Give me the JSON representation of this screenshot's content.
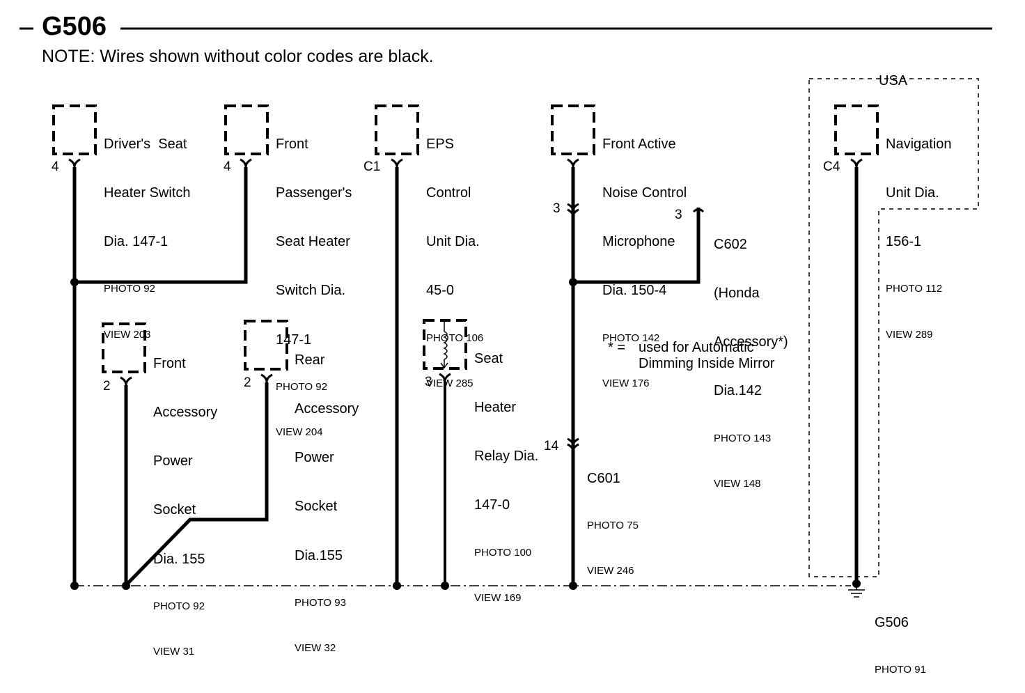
{
  "title": "G506",
  "note": "NOTE: Wires shown without color codes are black.",
  "usa_label": "USA",
  "footnote": {
    "symbol": "*",
    "equals": "=",
    "line1": "used for Automatic",
    "line2": "Dimming Inside Mirror"
  },
  "components": {
    "drivers_seat": {
      "lines": [
        "Driver's  Seat",
        "Heater Switch",
        "Dia. 147-1"
      ],
      "photo": "PHOTO 92",
      "view": "VIEW 203",
      "pin": "4"
    },
    "front_pass_seat": {
      "lines": [
        "Front",
        "Passenger's",
        "Seat Heater",
        "Switch Dia.",
        "147-1"
      ],
      "photo": "PHOTO 92",
      "view": "VIEW 204",
      "pin": "4"
    },
    "eps": {
      "lines": [
        "EPS",
        "Control",
        "Unit Dia.",
        "45-0"
      ],
      "photo": "PHOTO 106",
      "view": "VIEW 285",
      "pin": "C1"
    },
    "anc_mic": {
      "lines": [
        "Front Active",
        "Noise Control",
        "Microphone",
        "Dia. 150-4"
      ],
      "photo": "PHOTO 142",
      "view": "VIEW 176",
      "pin": "3"
    },
    "navigation": {
      "lines": [
        "Navigation",
        "Unit Dia.",
        "156-1"
      ],
      "photo": "PHOTO 112",
      "view": "VIEW 289",
      "pin": "C4"
    },
    "c602": {
      "lines": [
        "C602",
        "(Honda",
        "Accessory*)",
        "Dia.142"
      ],
      "photo": "PHOTO 143",
      "view": "VIEW 148",
      "pin": "3"
    },
    "front_acc_socket": {
      "lines": [
        "Front",
        "Accessory",
        "Power",
        "Socket",
        "Dia. 155"
      ],
      "photo": "PHOTO 92",
      "view": "VIEW 31",
      "pin": "2"
    },
    "rear_acc_socket": {
      "lines": [
        "Rear",
        "Accessory",
        "Power",
        "Socket",
        "Dia.155"
      ],
      "photo": "PHOTO 93",
      "view": "VIEW 32",
      "pin": "2"
    },
    "seat_heater_relay": {
      "lines": [
        "Seat",
        "Heater",
        "Relay Dia.",
        "147-0"
      ],
      "photo": "PHOTO 100",
      "view": "VIEW 169",
      "pin": "3"
    },
    "c601": {
      "lines": [
        "C601"
      ],
      "photo": "PHOTO 75",
      "view": "VIEW 246",
      "pin": "14"
    },
    "ground": {
      "lines": [
        "G506"
      ],
      "photo": "PHOTO 91"
    }
  }
}
